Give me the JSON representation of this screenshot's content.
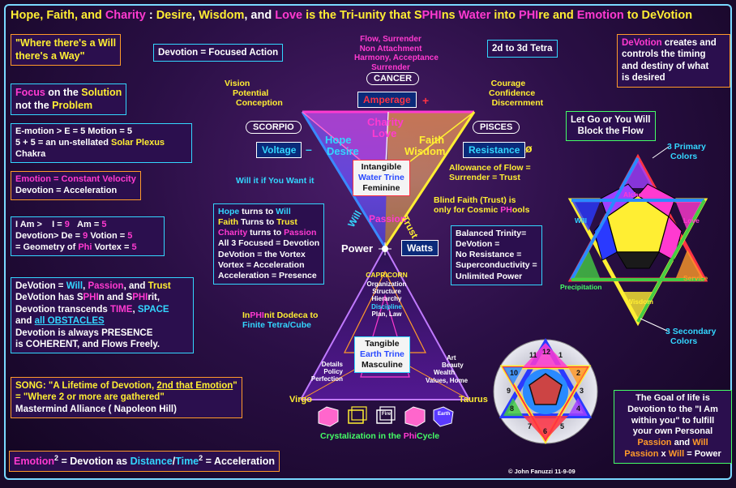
{
  "title": {
    "parts": [
      {
        "text": "Hope, ",
        "color": "#ffee33"
      },
      {
        "text": "Faith",
        "color": "#ffee33"
      },
      {
        "text": ", and ",
        "color": "#ffee33"
      },
      {
        "text": "Charity",
        "color": "#ff3ad0"
      },
      {
        "text": " : ",
        "color": "#ffffff"
      },
      {
        "text": "Desire",
        "color": "#ffee33"
      },
      {
        "text": ", ",
        "color": "#ffffff"
      },
      {
        "text": "Wisdom",
        "color": "#ffee33"
      },
      {
        "text": ", and ",
        "color": "#ffffff"
      },
      {
        "text": "Love",
        "color": "#ff3ad0"
      },
      {
        "text": " is the Tri-unity that S",
        "color": "#ffee33"
      },
      {
        "text": "PHI",
        "color": "#ff3ad0"
      },
      {
        "text": "ns ",
        "color": "#ffee33"
      },
      {
        "text": "Water",
        "color": "#ff3ad0"
      },
      {
        "text": " into ",
        "color": "#ffee33"
      },
      {
        "text": "PHI",
        "color": "#ff3ad0"
      },
      {
        "text": "re and ",
        "color": "#ffee33"
      },
      {
        "text": "Emotion",
        "color": "#ff3ad0"
      },
      {
        "text": " to DeVotion",
        "color": "#ffee33"
      }
    ]
  },
  "left": {
    "will_way": [
      "\"Where there's a Will",
      "there's a Way\""
    ],
    "focus": {
      "a": "Focus",
      "b": " on the ",
      "c": "Solution",
      "d": "not the ",
      "e": "Problem"
    },
    "emotion_eq": {
      "l1": "E-motion >  E = 5    Motion = 5",
      "l2a": "5 + 5 = an un-stellated ",
      "l2b": "Solar Plexus",
      "l3": "Chakra"
    },
    "velocity": {
      "l1": "Emotion = Constant Velocity",
      "l2": "Devotion  = Acceleration"
    },
    "iam": {
      "l1a": "I Am  >",
      "l1b": "I = ",
      "l1c": "9",
      "l1d": "Am = ",
      "l1e": "5",
      "l2a": "Devotion>  De = ",
      "l2b": "9",
      "l2c": "  Votion = ",
      "l2d": "5",
      "l3a": "= Geometry of ",
      "l3b": "Phi",
      "l3c": "  Vortex = ",
      "l3d": "5"
    },
    "devotion": {
      "l1a": "DeVotion = ",
      "l1b": "Will",
      "l1c": ", ",
      "l1d": "Passion",
      "l1e": ", and ",
      "l1f": "Trust",
      "l2a": "DeVotion has S",
      "l2b": "PHI",
      "l2c": "n and S",
      "l2d": "PHI",
      "l2e": "rit,",
      "l3a": "Devotion transcends ",
      "l3b": "TIME",
      "l3c": ", ",
      "l3d": "SPACE",
      "l4a": "and ",
      "l4b": "all OBSTACLES",
      "l5": "Devotion is always PRESENCE",
      "l6": "is COHERENT, and Flows Freely."
    },
    "song": {
      "l1a": "SONG: \"A Lifetime of Devotion, ",
      "l1b": "2nd that Emotion",
      "l1c": "\"",
      "l2": "= \"Where 2 or more are gathered\"",
      "l3": "Mastermind Alliance  ( Napoleon Hill)"
    },
    "formula": {
      "a": "Emotion",
      "sup1": "2",
      "b": " = Devotion  as ",
      "c": "Distance",
      "d": "/",
      "e": "Time",
      "sup2": "2",
      "f": " = Acceleration"
    }
  },
  "center": {
    "devotion_focused": "Devotion = Focused Action",
    "flow": [
      "Flow, Surrender",
      "Non Attachment",
      "Harmony, Acceptance",
      "Surrender"
    ],
    "tetra": "2d to 3d Tetra",
    "cancer": "CANCER",
    "amperage": "Amperage",
    "plus": "+",
    "vision": [
      "Vision",
      "Potential",
      "Conception"
    ],
    "courage": [
      "Courage",
      "Confidence",
      "Discernment"
    ],
    "scorpio": "SCORPIO",
    "pisces": "PISCES",
    "voltage": "Voltage",
    "minus": "–",
    "resistance": "Resistance",
    "omega": "ø",
    "charity": "Charity",
    "love": "Love",
    "hope": "Hope",
    "desire": "Desire",
    "faith": "Faith",
    "wisdom": "Wisdom",
    "intangible": [
      "Intangible",
      "Water Trine",
      "Feminine"
    ],
    "will_it": "Will it if You Want it",
    "allowance": [
      "Allowance of  Flow =",
      "Surrender = Trust"
    ],
    "blind_faith": [
      "Blind Faith (Trust) is",
      "only for Cosmic ",
      "PH",
      "ools"
    ],
    "passion": "Passion",
    "will": "Will",
    "trust": "Trust",
    "power": "Power",
    "watts": "Watts",
    "hope_box": {
      "l1a": "Hope",
      "l1b": " turns to ",
      "l1c": "Will",
      "l2a": "Faith",
      "l2b": " Turns to ",
      "l2c": "Trust",
      "l3a": "Charity",
      "l3b": " turns to ",
      "l3c": "Passion",
      "l4": "All 3 Focused = Devotion",
      "l5": "DeVotion = the Vortex",
      "l6": "Vortex = Acceleration",
      "l7": "Acceleration = Presence"
    },
    "balanced": [
      "Balanced Trinity=",
      "DeVotion =",
      "No Resistance =",
      "Superconductivity =",
      "Unlimited Power"
    ],
    "capricorn": "CAPRICORN",
    "capricorn_sub": [
      "Organization",
      "Structure",
      "Hierarchy",
      "Discipline",
      "Plan, Law"
    ],
    "inphinit": {
      "a": "In",
      "b": "PHI",
      "c": "nit Dodeca to",
      "d": "Finite Tetra/Cube"
    },
    "details": [
      "Details",
      "Policy",
      "Perfection"
    ],
    "art": [
      "Art",
      "Beauty",
      "Wealth",
      "Values, Home"
    ],
    "tangible": [
      "Tangible",
      "Earth Trine",
      "Masculine"
    ],
    "virgo": "Virgo",
    "taurus": "Taurus",
    "crystal": {
      "a": "Crystalization in the ",
      "b": "Phi",
      "c": "Cycle"
    },
    "fire": "Fire",
    "earth": "Earth"
  },
  "right": {
    "devotion_creates": [
      "DeVotion",
      " creates and",
      "controls the timing",
      "and destiny of what",
      "is desired"
    ],
    "let_go": [
      "Let  Go or  You Will",
      "Block the Flow"
    ],
    "primary": [
      "3 Primary",
      "Colors"
    ],
    "secondary": [
      "3 Secondary",
      "Colors"
    ],
    "star_labels": {
      "alchemy": "Alchemy",
      "will": "Will",
      "love": "Love",
      "precipitation": "Precipitation",
      "service": "Service",
      "wisdom": "Wisdom"
    },
    "wheel_numbers": [
      "11",
      "12",
      "1",
      "10",
      "2",
      "9",
      "3",
      "8",
      "4",
      "7",
      "6",
      "5"
    ],
    "goal": {
      "l1": "The Goal of life is",
      "l2": "Devotion to the \"I Am",
      "l3": "within you\" to fulfill",
      "l4": "your own Personal",
      "l5a": "Passion",
      "l5b": " and ",
      "l5c": "Will",
      "l6a": "Passion",
      "l6b": "  x ",
      "l6c": "Will",
      "l6d": " = Power"
    },
    "copyright": "© John Fanuzzi 11-9-09"
  }
}
